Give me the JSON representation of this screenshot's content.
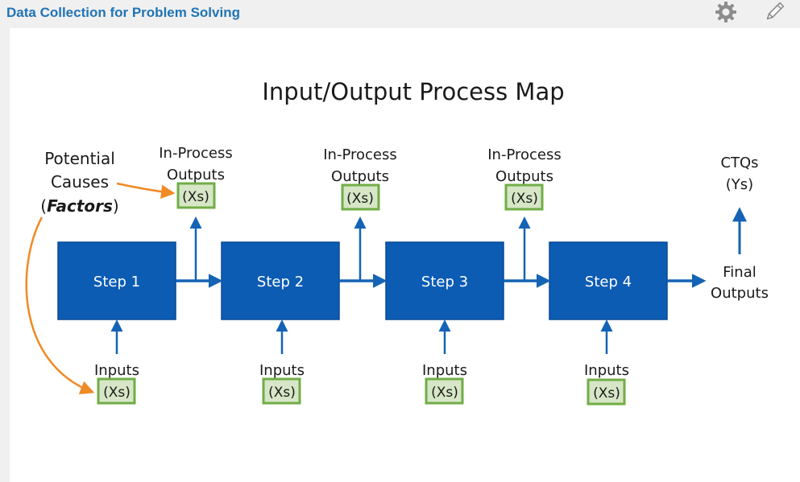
{
  "app": {
    "title": "Data Collection for Problem Solving",
    "settings_icon": "gear-icon",
    "edit_icon": "pencil-icon"
  },
  "diagram": {
    "title": "Input/Output Process Map",
    "factors_label": {
      "line1": "Potential",
      "line2": "Causes",
      "paren_open": "(",
      "emphasis": "Factors",
      "paren_close": ")"
    },
    "steps": [
      {
        "label": "Step 1",
        "in_process_line1": "In-Process",
        "in_process_line2": "Outputs",
        "output_xs": "(Xs)",
        "inputs_label": "Inputs",
        "input_xs": "(Xs)"
      },
      {
        "label": "Step 2",
        "in_process_line1": "In-Process",
        "in_process_line2": "Outputs",
        "output_xs": "(Xs)",
        "inputs_label": "Inputs",
        "input_xs": "(Xs)"
      },
      {
        "label": "Step 3",
        "in_process_line1": "In-Process",
        "in_process_line2": "Outputs",
        "output_xs": "(Xs)",
        "inputs_label": "Inputs",
        "input_xs": "(Xs)"
      },
      {
        "label": "Step 4",
        "inputs_label": "Inputs",
        "input_xs": "(Xs)"
      }
    ],
    "final": {
      "line1": "Final",
      "line2": "Outputs"
    },
    "ctqs": {
      "line1": "CTQs",
      "line2": "(Ys)"
    },
    "colors": {
      "step_fill": "#0c5cb4",
      "step_stroke": "#0a4a93",
      "arrow": "#1463b5",
      "xs_fill": "#d6e6c6",
      "xs_stroke": "#70ad47",
      "factor_arrow": "#f08a24",
      "text": "#1a1a1a",
      "app_title": "#1f74b6"
    }
  }
}
